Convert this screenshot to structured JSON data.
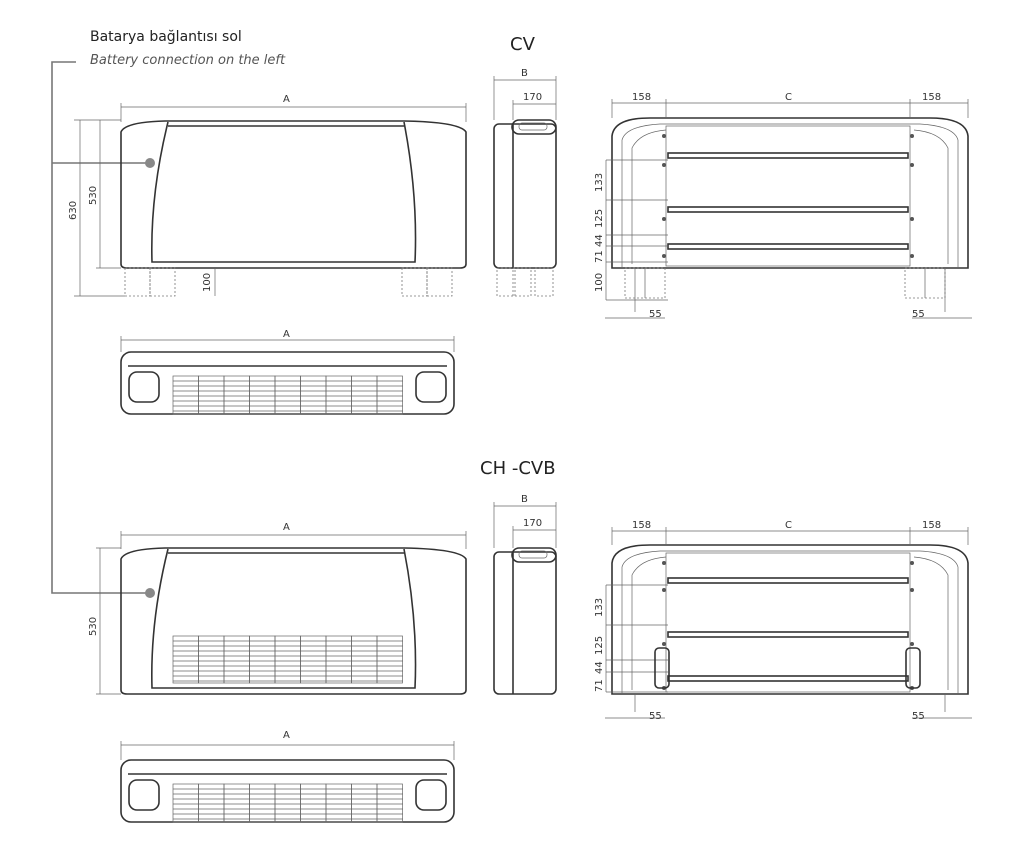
{
  "header": {
    "title_tr": "Batarya bağlantısı sol",
    "title_en": "Battery connection on the left"
  },
  "sections": [
    {
      "name": "CV",
      "front": {
        "width_label": "A",
        "height_total": "630",
        "height_body": "530",
        "foot_height": "100"
      },
      "side": {
        "depth_label": "B",
        "depth_value": "170"
      },
      "rear": {
        "center_label": "C",
        "left_offset": "158",
        "right_offset": "158",
        "vertical_dims": [
          "133",
          "125",
          "44",
          "71",
          "100"
        ],
        "foot_left": "55",
        "foot_right": "55"
      },
      "top": {
        "width_label": "A"
      }
    },
    {
      "name": "CH -CVB",
      "front": {
        "width_label": "A",
        "height_body": "530"
      },
      "side": {
        "depth_label": "B",
        "depth_value": "170"
      },
      "rear": {
        "center_label": "C",
        "left_offset": "158",
        "right_offset": "158",
        "vertical_dims": [
          "133",
          "125",
          "44",
          "71"
        ],
        "foot_left": "55",
        "foot_right": "55"
      },
      "top": {
        "width_label": "A"
      }
    }
  ],
  "colors": {
    "line": "#333333",
    "leader": "#777777",
    "connector_dot": "#888888"
  }
}
